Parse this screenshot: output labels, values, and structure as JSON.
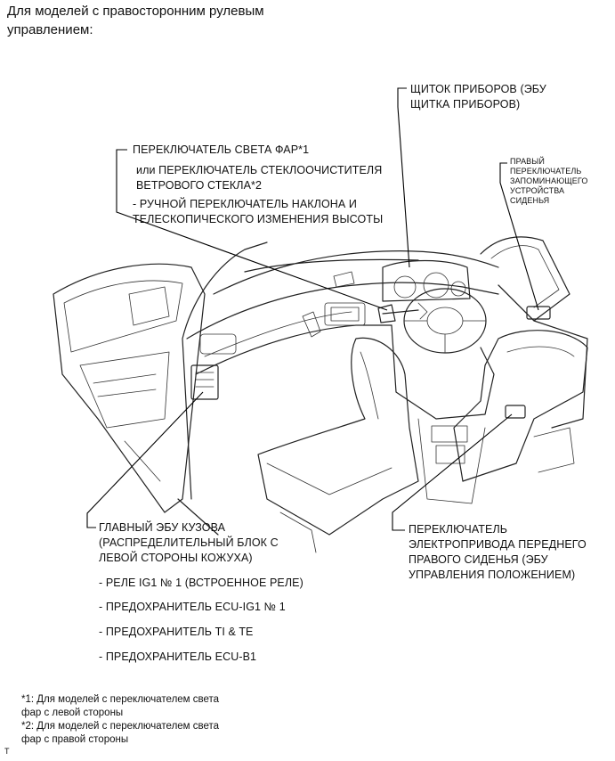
{
  "heading": [
    "Для моделей с правосторонним рулевым",
    "управлением:"
  ],
  "labels": {
    "instrument_panel": [
      "ЩИТОК ПРИБОРОВ (ЭБУ",
      "ЩИТКА ПРИБОРОВ)"
    ],
    "headlight_switch": {
      "title": "ПЕРЕКЛЮЧАТЕЛЬ СВЕТА ФАР*1",
      "or_line": [
        "или ПЕРЕКЛЮЧАТЕЛЬ СТЕКЛООЧИСТИТЕЛЯ",
        "ВЕТРОВОГО СТЕКЛА*2"
      ],
      "tilt_line": [
        "- РУЧНОЙ ПЕРЕКЛЮЧАТЕЛЬ НАКЛОНА И",
        "ТЕЛЕСКОПИЧЕСКОГО ИЗМЕНЕНИЯ ВЫСОТЫ"
      ]
    },
    "seat_memory_switch": [
      "ПРАВЫЙ",
      "ПЕРЕКЛЮЧАТЕЛЬ",
      "ЗАПОМИНАЮЩЕГО",
      "УСТРОЙСТВА",
      "СИДЕНЬЯ"
    ],
    "main_body_ecu": {
      "title": [
        "ГЛАВНЫЙ ЭБУ КУЗОВА",
        "(РАСПРЕДЕЛИТЕЛЬНЫЙ БЛОК С",
        "ЛЕВОЙ СТОРОНЫ КОЖУХА)"
      ],
      "items": [
        "- РЕЛЕ IG1 № 1 (ВСТРОЕННОЕ РЕЛЕ)",
        "- ПРЕДОХРАНИТЕЛЬ ECU-IG1 № 1",
        "- ПРЕДОХРАНИТЕЛЬ TI & TE",
        "- ПРЕДОХРАНИТЕЛЬ ECU-B1"
      ]
    },
    "power_seat_switch": [
      "ПЕРЕКЛЮЧАТЕЛЬ",
      "ЭЛЕКТРОПРИВОДА ПЕРЕДНЕГО",
      "ПРАВОГО СИДЕНЬЯ (ЭБУ",
      "УПРАВЛЕНИЯ  ПОЛОЖЕНИЕМ)"
    ]
  },
  "footnotes": [
    "*1: Для моделей с переключателем света",
    "фар с левой стороны",
    "*2: Для моделей с переключателем света",
    "фар с правой стороны"
  ],
  "corner_tag": "T"
}
